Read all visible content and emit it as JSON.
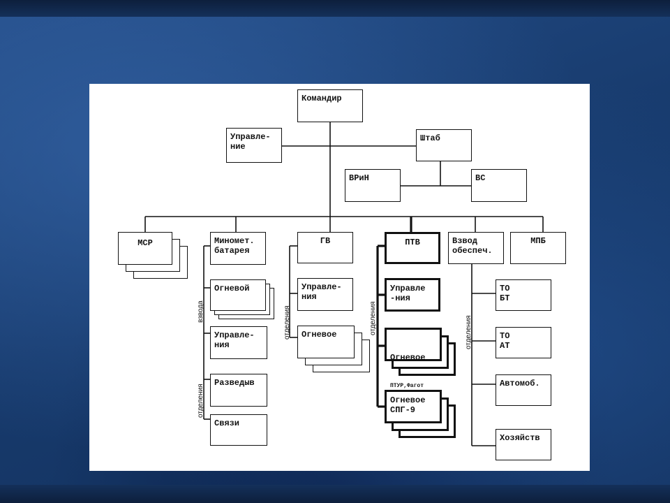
{
  "diagram": {
    "boxes": {
      "commander": "Командир",
      "management": "Управле-\nние",
      "staff": "Штаб",
      "vrin": "ВРиН",
      "vs": "ВС",
      "msr": "МСР",
      "mortar_battery": "Миномет.\nбатарея",
      "mortar_fire": "Огневой",
      "mortar_control": "Управле-\nния",
      "mortar_recon": "Разведыв",
      "mortar_comms": "Связи",
      "gv": "ГВ",
      "gv_control": "Управле-\nния",
      "gv_fire": "Огневое",
      "ptv": "ПТВ",
      "ptv_control": "Управле\n-ния",
      "ptv_fire_atgm": "Огневое",
      "ptv_fire_atgm_sub": "ПТУР,Фагот",
      "ptv_fire_spg": "Огневое\nСПГ-9",
      "support_platoon": "Взвод\nобеспеч.",
      "mpb": "МПБ",
      "to_bt": "ТО\nБТ",
      "to_at": "ТО\nАТ",
      "auto": "Автомоб.",
      "household": "Хозяйств"
    },
    "side_labels": {
      "mortar_platoon": "взвода",
      "mortar_squads": "отделения",
      "gv_squads": "отделения",
      "ptv_squads": "отделения",
      "support_squads": "отделения"
    }
  }
}
